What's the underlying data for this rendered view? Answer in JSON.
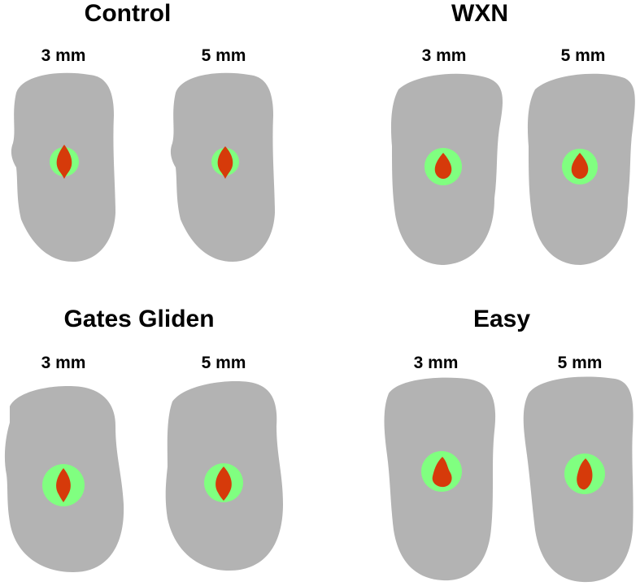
{
  "colors": {
    "root": "#b3b3b3",
    "canal_shaped": "#80ff80",
    "canal_original": "#d63a0a",
    "text": "#000000"
  },
  "groups": [
    {
      "title": "Control",
      "levels": [
        "3 mm",
        "5 mm"
      ]
    },
    {
      "title": "WXN",
      "levels": [
        "3 mm",
        "5 mm"
      ]
    },
    {
      "title": "Gates Gliden",
      "levels": [
        "3 mm",
        "5 mm"
      ]
    },
    {
      "title": "Easy",
      "levels": [
        "3 mm",
        "5 mm"
      ]
    }
  ]
}
